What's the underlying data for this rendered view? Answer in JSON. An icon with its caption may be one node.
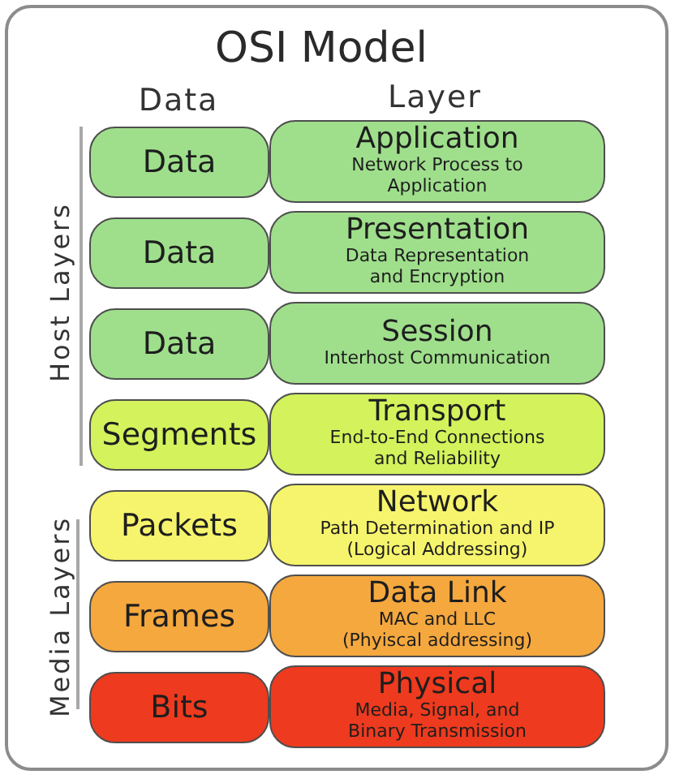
{
  "diagram": {
    "title": "OSI Model",
    "nodes": [
      {
        "text": [
          "Data"
        ]
      },
      {
        "text": [
          "Application",
          "Network Process to Application"
        ]
      },
      {
        "text": [
          "Data"
        ]
      },
      {
        "text": [
          "Presentation",
          "Data Representation and Encryption"
        ]
      },
      {
        "text": [
          "Data"
        ]
      },
      {
        "text": [
          "Session",
          "Interhost Communication"
        ]
      },
      {
        "text": [
          "Segments"
        ]
      },
      {
        "text": [
          "Transport",
          "End-to-End Connections and Reliability"
        ]
      },
      {
        "text": [
          "Packets"
        ]
      },
      {
        "text": [
          "Network",
          "Path Determination and IP (Logical Addressing)"
        ]
      },
      {
        "text": [
          "Frames"
        ]
      },
      {
        "text": [
          "Data Link",
          "MAC and LLC (Phyiscal addressing)"
        ]
      },
      {
        "text": [
          "Bits"
        ]
      },
      {
        "text": [
          "Physical",
          "Media, Signal, and Binary Transmission"
        ]
      }
    ],
    "labels": [
      "Data",
      "Layer",
      "Host Layers",
      "Media Layers"
    ]
  }
}
